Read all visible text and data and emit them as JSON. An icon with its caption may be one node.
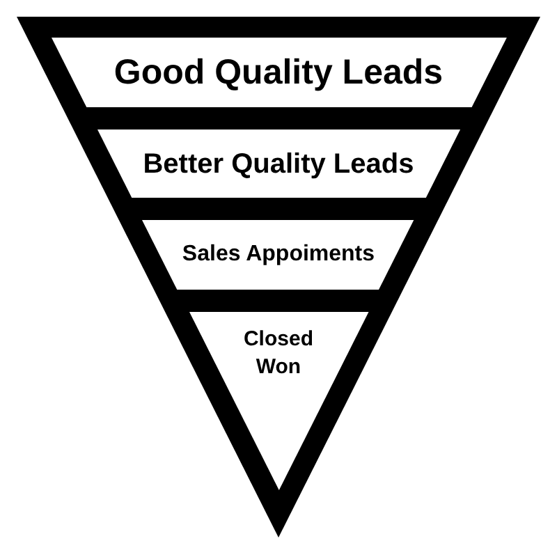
{
  "diagram": {
    "nodes": [
      {
        "text": [
          "Good Quality Leads"
        ]
      },
      {
        "text": [
          "Better Quality Leads"
        ]
      },
      {
        "text": [
          "Sales Appoiments"
        ]
      },
      {
        "text": [
          "Closed Won"
        ]
      }
    ]
  }
}
